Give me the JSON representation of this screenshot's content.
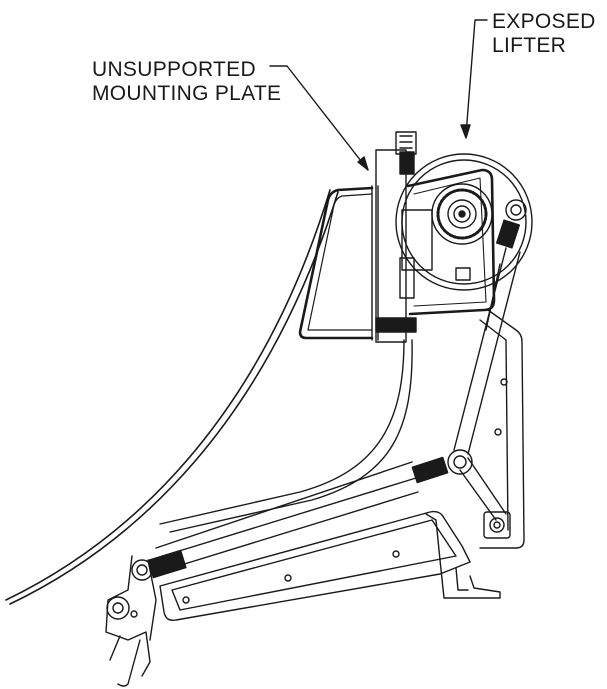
{
  "callouts": {
    "mounting_plate": {
      "line1": "UNSUPPORTED",
      "line2": "MOUNTING PLATE"
    },
    "lifter": {
      "line1": "EXPOSED",
      "line2": "LIFTER"
    }
  },
  "colors": {
    "ink": "#1a1a1a",
    "hatch": "#000000",
    "background": "#ffffff"
  }
}
